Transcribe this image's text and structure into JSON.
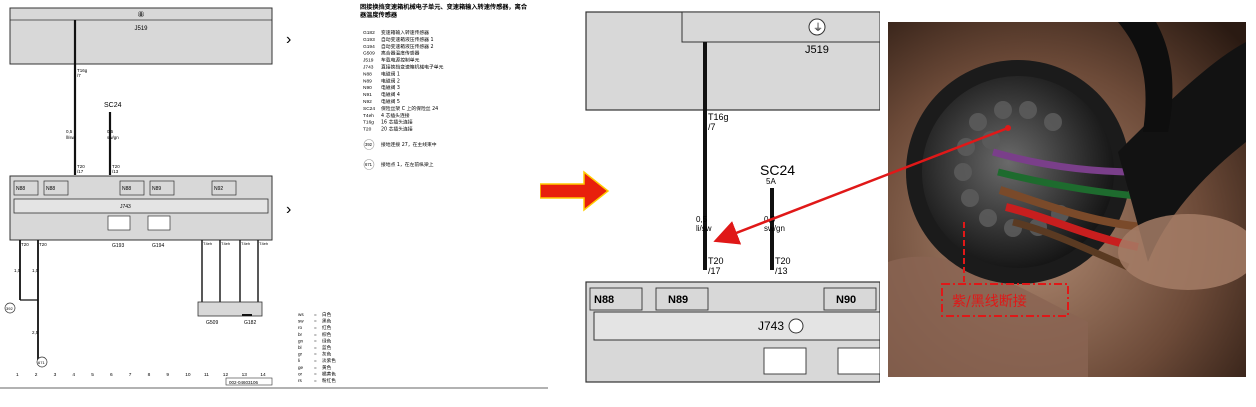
{
  "left_diagram": {
    "title": "困接换挡变速箱机械电子单元、变速箱输入转速传感器，离合器温度传感器",
    "top_ground_symbol": "⑧",
    "top_module": "J519",
    "connector_top_pin": "T16g",
    "connector_top_pin_no": "/7",
    "fuse_label": "SC24",
    "wire1_size": "0,5",
    "wire1_color": "ll/sw",
    "wire2_size": "0,5",
    "wire2_color": "sw/gn",
    "t20_pin_a": "T20",
    "t20_pin_a_no": "/17",
    "t20_pin_b": "T20",
    "t20_pin_b_no": "/13",
    "valves": [
      "N88",
      "N88",
      "N88",
      "N89",
      "N92"
    ],
    "mechatronic": "J743",
    "sensor_g193": "G193",
    "sensor_g194": "G194",
    "sensor_g509": "G509",
    "sensor_g182": "G182",
    "t4eh_labels": [
      "T4eh",
      "T4eh",
      "T4eh",
      "T4eh"
    ],
    "t20_lower": [
      "T20",
      "T20"
    ],
    "wire3_size": "1,0",
    "wire4_size": "1,0",
    "wire5_size": "2,5",
    "ground_392": "392",
    "ground_671": "671",
    "column_numbers": [
      "1",
      "2",
      "3",
      "4",
      "5",
      "6",
      "7",
      "8",
      "9",
      "10",
      "11",
      "12",
      "13",
      "14"
    ],
    "doc_number": "002-04603106",
    "legend": [
      {
        "code": "G182",
        "text": "变速箱输入转速传感器"
      },
      {
        "code": "G193",
        "text": "自动变速箱液压传感器 1"
      },
      {
        "code": "G194",
        "text": "自动变速箱液压传感器 2"
      },
      {
        "code": "G509",
        "text": "离合器温度传感器"
      },
      {
        "code": "J519",
        "text": "车载电源控制单元"
      },
      {
        "code": "J743",
        "text": "直接换挡变速箱机械电子单元"
      },
      {
        "code": "N88",
        "text": "电磁阀 1"
      },
      {
        "code": "N89",
        "text": "电磁阀 2"
      },
      {
        "code": "N90",
        "text": "电磁阀 3"
      },
      {
        "code": "N91",
        "text": "电磁阀 4"
      },
      {
        "code": "N92",
        "text": "电磁阀 5"
      },
      {
        "code": "SC24",
        "text": "保险丝架 C 上的保险丝 24"
      },
      {
        "code": "T4eh",
        "text": "4 芯插头连接"
      },
      {
        "code": "T16g",
        "text": "16 芯插头连接"
      },
      {
        "code": "T20",
        "text": "20 芯插头连接"
      }
    ],
    "legend_notes": [
      {
        "code": "392",
        "text": "接地连接 27，在主线束中"
      },
      {
        "code": "671",
        "text": "接地点 1，在左前纵梁上"
      }
    ],
    "color_codes": [
      {
        "code": "ws",
        "text": "白色"
      },
      {
        "code": "sw",
        "text": "黑色"
      },
      {
        "code": "ro",
        "text": "红色"
      },
      {
        "code": "br",
        "text": "棕色"
      },
      {
        "code": "gn",
        "text": "绿色"
      },
      {
        "code": "bl",
        "text": "蓝色"
      },
      {
        "code": "gr",
        "text": "灰色"
      },
      {
        "code": "li",
        "text": "淡紫色"
      },
      {
        "code": "ge",
        "text": "黄色"
      },
      {
        "code": "or",
        "text": "橘黄色"
      },
      {
        "code": "rs",
        "text": "粉红色"
      }
    ]
  },
  "right_diagram": {
    "top_module": "J519",
    "connector_top": "T16g",
    "connector_top_no": "/7",
    "fuse_label": "SC24",
    "fuse_rating": "5A",
    "wire1_size": "0,5",
    "wire1_color": "li/sw",
    "wire2_size": "0,5",
    "wire2_color": "sw/gn",
    "t20_a": "T20",
    "t20_a_no": "/17",
    "t20_b": "T20",
    "t20_b_no": "/13",
    "valve1": "N88",
    "valve2": "N89",
    "valve3": "N90",
    "mechatronic": "J743"
  },
  "photo": {
    "callout": "紫/黑线断接"
  },
  "colors": {
    "box_fill": "#d8d8d8",
    "arrow": "#e8200c",
    "callout": "#e01818"
  }
}
